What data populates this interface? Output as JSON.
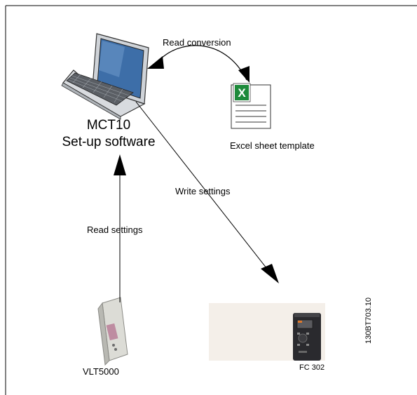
{
  "diagram": {
    "software_title_line1": "MCT10",
    "software_title_line2": "Set-up software",
    "excel_label": "Excel sheet template",
    "read_conversion_label": "Read conversion",
    "write_settings_label": "Write settings",
    "read_settings_label": "Read settings",
    "vlt_label": "VLT5000",
    "fc_label": "FC 302",
    "figure_id": "130BT703.10"
  },
  "icons": {
    "laptop": "laptop-icon",
    "excel": "excel-document-icon",
    "vlt": "vlt5000-drive-icon",
    "fc": "fc302-drive-icon"
  },
  "colors": {
    "excel_green": "#1d8a3a",
    "drive_dark": "#2a2a2e",
    "drive_orange": "#e0782a"
  }
}
